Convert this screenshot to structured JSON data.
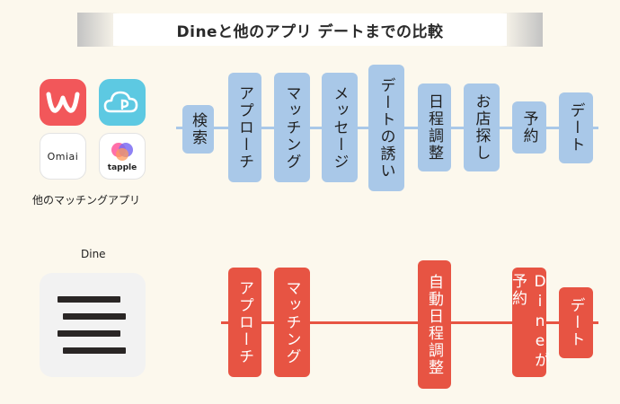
{
  "header": {
    "title": "Dineと他のアプリ デートまでの比較"
  },
  "other_apps": {
    "caption": "他のマッチングアプリ",
    "icons": [
      {
        "name": "withapp",
        "icon": "w-logo-icon",
        "color": "#f2575a"
      },
      {
        "name": "pairs",
        "icon": "cloud-p-logo-icon",
        "color": "#5dc9e2"
      },
      {
        "name": "omiai",
        "text": "Omiai"
      },
      {
        "name": "tapple",
        "text": "tapple"
      }
    ],
    "steps": [
      "検索",
      "アプローチ",
      "マッチング",
      "メッセージ",
      "デートの誘い",
      "日程調整",
      "お店探し",
      "予約",
      "デート"
    ],
    "color": "#a9c8e8"
  },
  "dine": {
    "caption": "Dine",
    "steps": [
      "アプローチ",
      "マッチング",
      "自動日程調整",
      "Dineが予約",
      "デート"
    ],
    "color": "#e75443"
  }
}
